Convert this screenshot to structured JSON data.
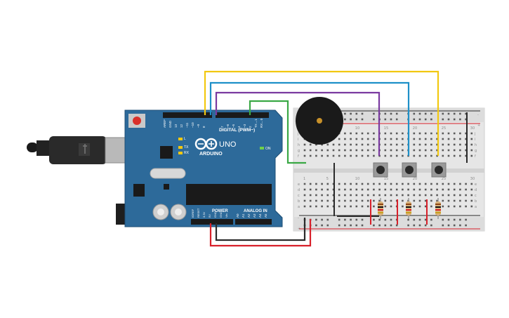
{
  "arduino": {
    "brand": "ARDUINO",
    "model": "UNO",
    "digital_header": "DIGITAL (PWM~)",
    "power_header": "POWER",
    "analog_header": "ANALOG IN",
    "on_label": "ON",
    "tx_label": "TX",
    "rx_label": "RX",
    "l_label": "L",
    "digital_pins": [
      "AREF",
      "GND",
      "13",
      "12",
      "~11",
      "~10",
      "~9",
      "8",
      "7",
      "~6",
      "~5",
      "4",
      "~3",
      "2",
      "TX→1",
      "RX←0"
    ],
    "power_pins": [
      "IOREF",
      "RESET",
      "3.3V",
      "5V",
      "GND",
      "GND",
      "Vin"
    ],
    "analog_pins": [
      "A0",
      "A1",
      "A2",
      "A3",
      "A4",
      "A5"
    ]
  },
  "breadboard": {
    "row_letters_top": [
      "j",
      "i",
      "h",
      "g",
      "f"
    ],
    "row_letters_bottom": [
      "e",
      "d",
      "c",
      "b",
      "a"
    ],
    "rail_plus": "+",
    "rail_minus": "-",
    "column_numbers": [
      "1",
      "5",
      "10",
      "15",
      "20",
      "25",
      "30"
    ]
  },
  "components": {
    "buttons": 3,
    "resistors": 3,
    "buzzer": 1
  },
  "colors": {
    "board": "#2d6a9a",
    "wire_yellow": "#f2c811",
    "wire_blue": "#1e90c8",
    "wire_purple": "#7a3aa0",
    "wire_green": "#3aa845",
    "wire_red": "#d8202a",
    "wire_black": "#2a2a2a"
  }
}
